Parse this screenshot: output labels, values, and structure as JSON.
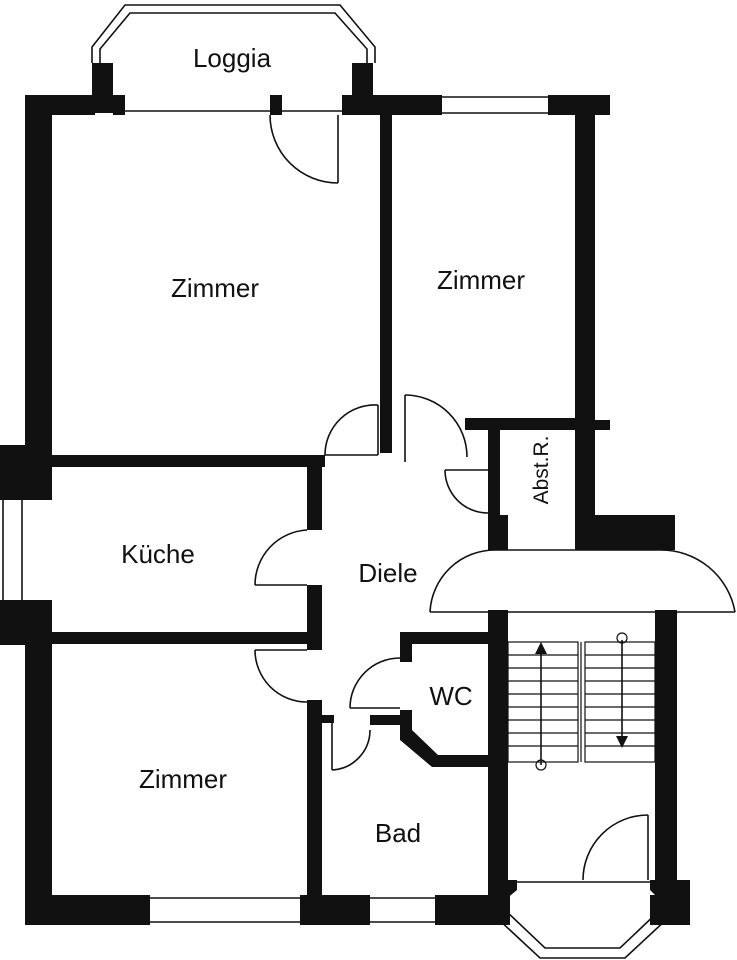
{
  "rooms": {
    "loggia": "Loggia",
    "zimmer_top_left": "Zimmer",
    "zimmer_top_right": "Zimmer",
    "abstellraum": "Abst.R.",
    "kueche": "Küche",
    "diele": "Diele",
    "wc": "WC",
    "zimmer_bottom_left": "Zimmer",
    "bad": "Bad"
  },
  "colors": {
    "wall": "#111111",
    "background": "#ffffff"
  }
}
